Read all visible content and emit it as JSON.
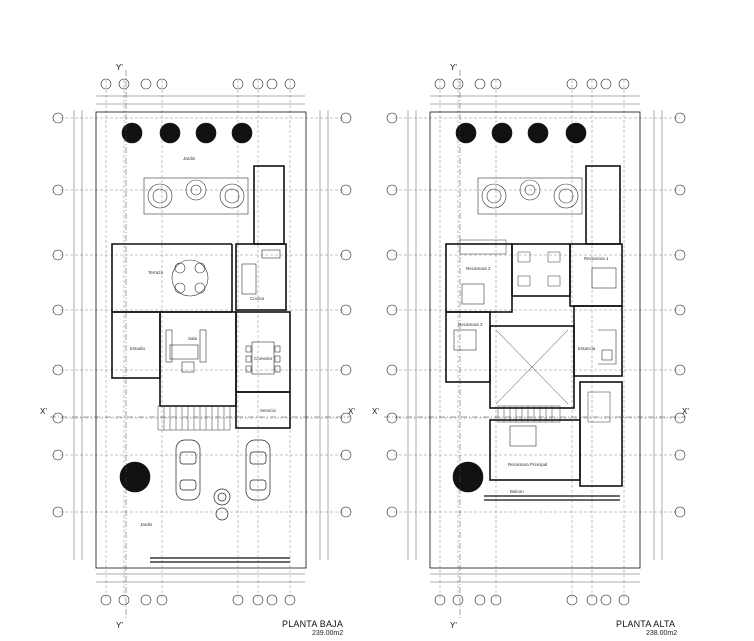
{
  "plans": [
    {
      "title": "PLANTA BAJA",
      "area": "239.00m2",
      "axis_y": "Y'",
      "axis_x": "X'",
      "rooms": [
        "Jardin",
        "Terraza",
        "Estudio",
        "Sala",
        "Comedor",
        "Cocina",
        "Servicio",
        "Jardin"
      ]
    },
    {
      "title": "PLANTA ALTA",
      "area": "238.00m2",
      "axis_y": "Y'",
      "axis_x": "X'",
      "rooms": [
        "Recamara 2",
        "Recamara 1",
        "Recamara 3",
        "Estancia",
        "Recamara Principal",
        "Balcon"
      ]
    }
  ]
}
